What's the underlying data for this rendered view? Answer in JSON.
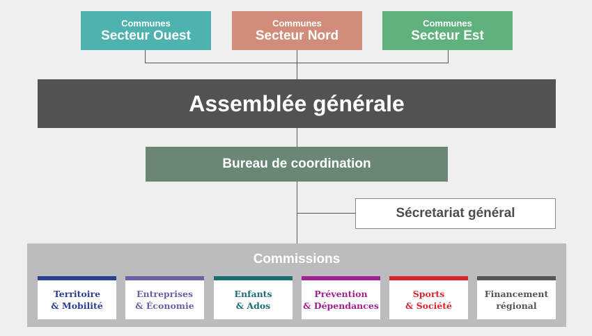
{
  "sectors": [
    {
      "small": "Communes",
      "name": "Secteur Ouest",
      "color": "#4eb3ae"
    },
    {
      "small": "Communes",
      "name": "Secteur Nord",
      "color": "#d28d7a"
    },
    {
      "small": "Communes",
      "name": "Secteur Est",
      "color": "#5fb27e"
    }
  ],
  "assembly": "Assemblée générale",
  "bureau": "Bureau de coordination",
  "secretariat": "Sécretariat général",
  "commissions": {
    "title": "Commissions",
    "items": [
      {
        "label": "Territoire\n& Mobilité",
        "color": "#2a3f8f"
      },
      {
        "label": "Entreprises\n& Économie",
        "color": "#6c5fa6"
      },
      {
        "label": "Enfants\n& Ados",
        "color": "#1d6e71"
      },
      {
        "label": "Prévention\n& Dépendances",
        "color": "#a2208f"
      },
      {
        "label": "Sports\n& Société",
        "color": "#d9232e"
      },
      {
        "label": "Financement\nrégional",
        "color": "#555555"
      }
    ]
  }
}
